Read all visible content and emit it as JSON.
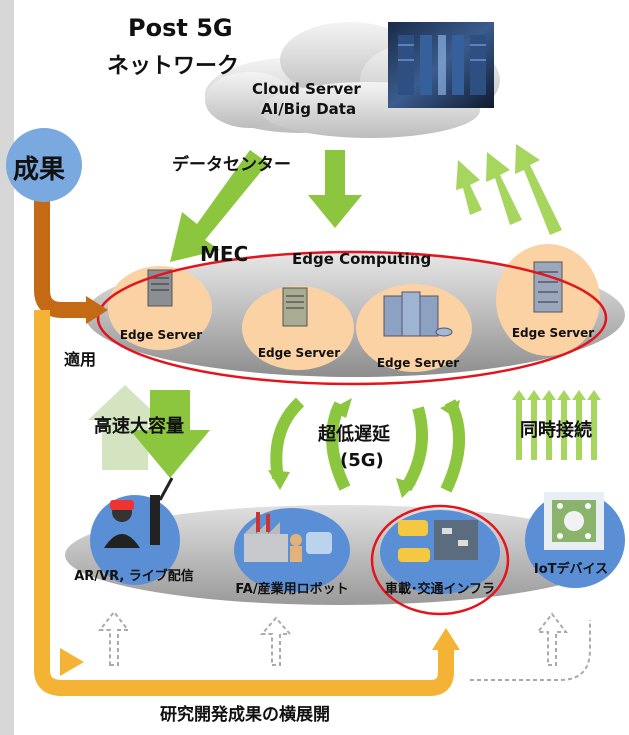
{
  "title": {
    "line1": "Post 5G",
    "line2": "ネットワーク"
  },
  "cloud": {
    "line1": "Cloud Server",
    "line2": "AI/Big Data",
    "datacenter": "データセンター"
  },
  "outcome": {
    "badge": "成果",
    "apply": "適用",
    "bottom": "研究開発成果の横展開"
  },
  "mec": {
    "title": "MEC",
    "subtitle": "Edge Computing",
    "server_label": "Edge Server"
  },
  "links": {
    "capacity": "高速大容量",
    "latency": "超低遅延",
    "latency_sub": "(5G)",
    "simultaneous": "同時接続"
  },
  "devices": [
    {
      "label": "AR/VR, ライブ配信",
      "icon": "vr-headset-icon"
    },
    {
      "label": "FA/産業用ロボット",
      "icon": "factory-robot-icon"
    },
    {
      "label": "車載･交通インフラ",
      "icon": "car-traffic-icon"
    },
    {
      "label": "IoTデバイス",
      "icon": "iot-device-icon"
    }
  ],
  "colors": {
    "green_arrow": "#8cc63f",
    "orange_arrow": "#f5b335",
    "brown_arrow": "#c46a14",
    "ring_red": "#e3141b",
    "server_bubble": "#fbd2a4",
    "device_bubble": "#5a8fd6",
    "badge_blue": "#7aa9e0"
  }
}
